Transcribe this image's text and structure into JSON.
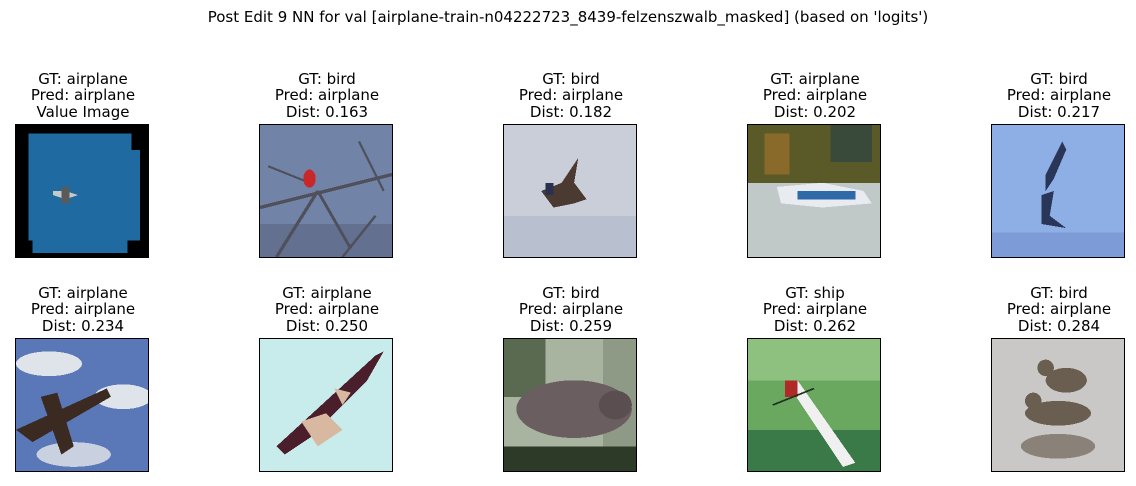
{
  "chart_data": {
    "type": "image-grid",
    "title": "Post Edit 9 NN for val [airplane-train-n04222723_8439-felzenszwalb_masked] (based on 'logits')",
    "rows": 2,
    "cols": 5,
    "panels": [
      {
        "gt": "GT: airplane",
        "pred": "Pred: airplane",
        "third": "Value Image",
        "image": "masked-airplane-blue-sky",
        "colors": {
          "bg": "#000000",
          "main": "#1f6aa0",
          "accent": "#c8c8c8"
        }
      },
      {
        "gt": "GT: bird",
        "pred": "Pred: airplane",
        "third": "Dist: 0.163",
        "dist": 0.163,
        "image": "red-bird-on-branches",
        "colors": {
          "bg": "#7283a8",
          "main": "#50505c",
          "accent": "#c8282a"
        }
      },
      {
        "gt": "GT: bird",
        "pred": "Pred: airplane",
        "third": "Dist: 0.182",
        "dist": 0.182,
        "image": "bird-flying-over-snow",
        "colors": {
          "bg": "#c9ced9",
          "main": "#4a3a32",
          "accent": "#2a3050"
        }
      },
      {
        "gt": "GT: airplane",
        "pred": "Pred: airplane",
        "third": "Dist: 0.202",
        "dist": 0.202,
        "image": "seaplane-near-trees",
        "colors": {
          "bg": "#c0c8c8",
          "main": "#2f6aa8",
          "accent": "#5a5a28"
        }
      },
      {
        "gt": "GT: bird",
        "pred": "Pred: airplane",
        "third": "Dist: 0.217",
        "dist": 0.217,
        "image": "bird-reflection-blue",
        "colors": {
          "bg": "#8eaee6",
          "main": "#2a3658",
          "accent": "#7d9bd6"
        }
      },
      {
        "gt": "GT: airplane",
        "pred": "Pred: airplane",
        "third": "Dist: 0.234",
        "dist": 0.234,
        "image": "airplane-silhouette-cloudy-sky",
        "colors": {
          "bg": "#5a78b8",
          "main": "#3a2a22",
          "accent": "#dfe3ea"
        }
      },
      {
        "gt": "GT: airplane",
        "pred": "Pred: airplane",
        "third": "Dist: 0.250",
        "dist": 0.25,
        "image": "jet-on-cyan-sky",
        "colors": {
          "bg": "#c8ecec",
          "main": "#4a1e2a",
          "accent": "#d8b8a0"
        }
      },
      {
        "gt": "GT: bird",
        "pred": "Pred: airplane",
        "third": "Dist: 0.259",
        "dist": 0.259,
        "image": "grey-bird-closeup",
        "colors": {
          "bg": "#a8b4a0",
          "main": "#6a5e60",
          "accent": "#2e3a28"
        }
      },
      {
        "gt": "GT: ship",
        "pred": "Pred: airplane",
        "third": "Dist: 0.262",
        "dist": 0.262,
        "image": "rowing-boat-green-water",
        "colors": {
          "bg": "#6aa860",
          "main": "#b02a28",
          "accent": "#f0f0f0"
        }
      },
      {
        "gt": "GT: bird",
        "pred": "Pred: airplane",
        "third": "Dist: 0.284",
        "dist": 0.284,
        "image": "two-birds-on-water",
        "colors": {
          "bg": "#c9c8c6",
          "main": "#6a5e50",
          "accent": "#8a8278"
        }
      }
    ]
  }
}
